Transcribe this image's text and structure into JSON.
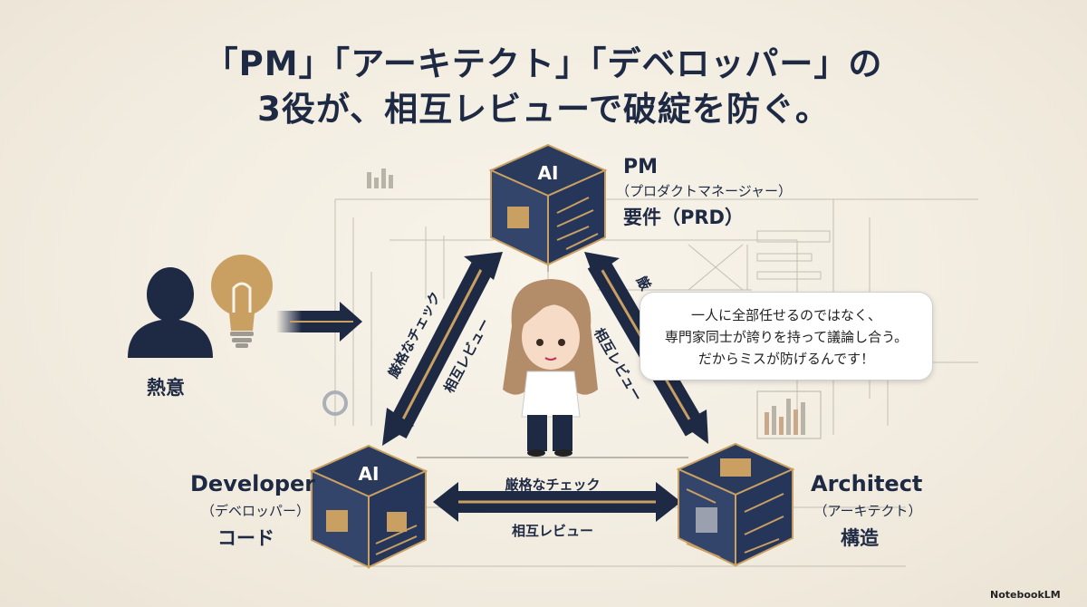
{
  "title": {
    "line1": "「PM」「アーキテクト」「デベロッパー」の",
    "line2": "3役が、相互レビューで破綻を防ぐ。"
  },
  "nodes": {
    "pm": {
      "name": "PM",
      "sub": "（プロダクトマネージャー）",
      "output": "要件（PRD）"
    },
    "developer": {
      "name": "Developer",
      "sub": "（デベロッパー）",
      "output": "コード"
    },
    "architect": {
      "name": "Architect",
      "sub": "（アーキテクト）",
      "output": "構造"
    }
  },
  "cube_label": "AI",
  "input": {
    "label": "熱意"
  },
  "edges": {
    "strict_check": "厳格なチェック",
    "mutual_review": "相互レビュー",
    "pm_architect_outer": "厳",
    "pm_architect_inner": "相互レビュー"
  },
  "speech_bubble": {
    "line1": "一人に全部任せるのではなく、",
    "line2": "専門家同士が誇りを持って議論し合う。",
    "line3": "だからミスが防げるんです！"
  },
  "brand": "NotebookLM",
  "colors": {
    "navy": "#1e2a44",
    "gold": "#c9a062",
    "background": "#f3eee3"
  }
}
